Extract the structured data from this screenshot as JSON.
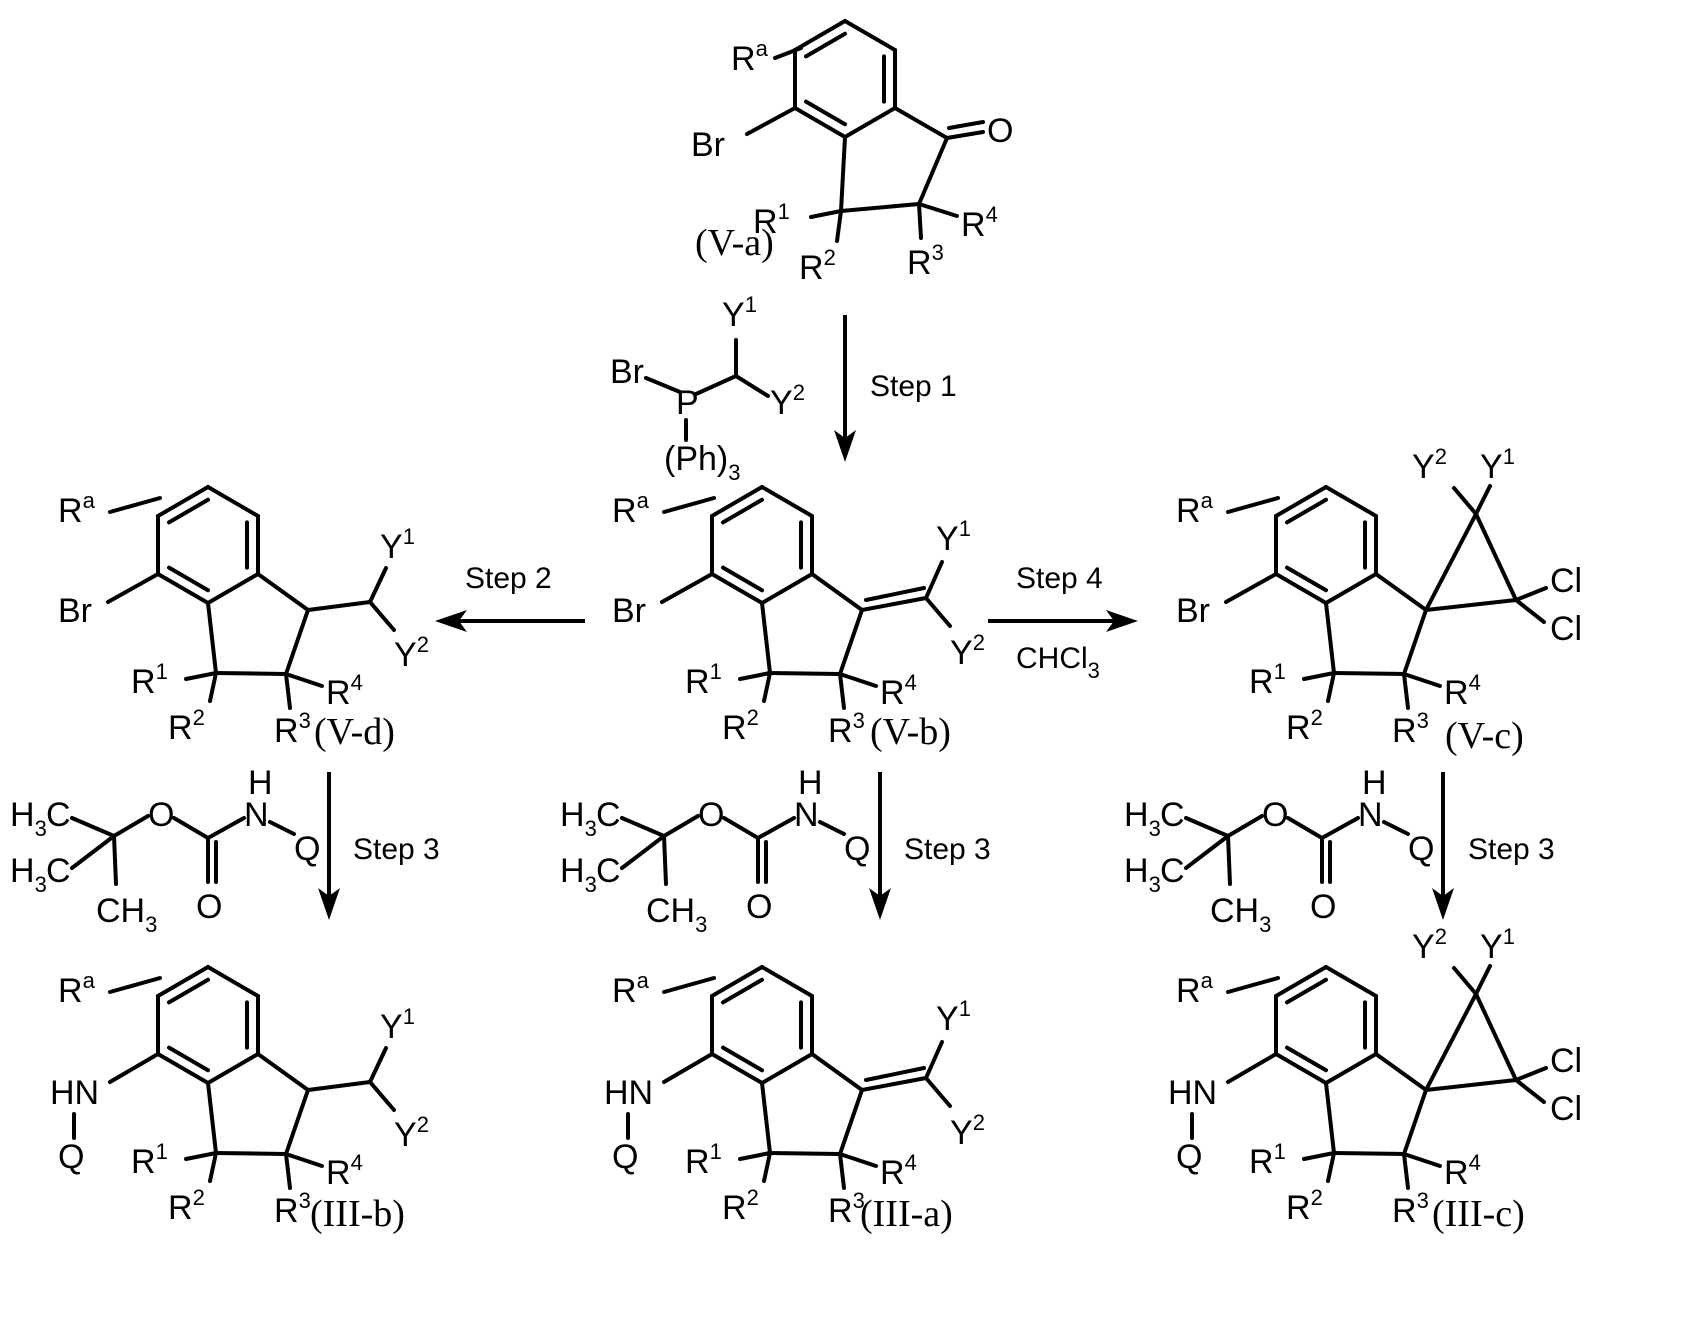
{
  "labels": {
    "Va": "(V-a)",
    "Vb": "(V-b)",
    "Vc": "(V-c)",
    "Vd": "(V-d)",
    "IIIa": "(III-a)",
    "IIIb": "(III-b)",
    "IIIc": "(III-c)"
  },
  "steps": {
    "step1": "Step 1",
    "step2": "Step 2",
    "step3": "Step 3",
    "step4": "Step 4",
    "chcl": "CHCl",
    "chcl_sub": "3"
  },
  "atoms": {
    "R": "R",
    "a": "a",
    "n1": "1",
    "n2": "2",
    "n3": "3",
    "n4": "4",
    "Y": "Y",
    "Br": "Br",
    "O": "O",
    "Cl": "Cl",
    "P": "P",
    "Ph": "(Ph)",
    "H": "H",
    "C": "C",
    "N": "N",
    "Q": "Q",
    "HN": "HN",
    "CH": "CH"
  }
}
